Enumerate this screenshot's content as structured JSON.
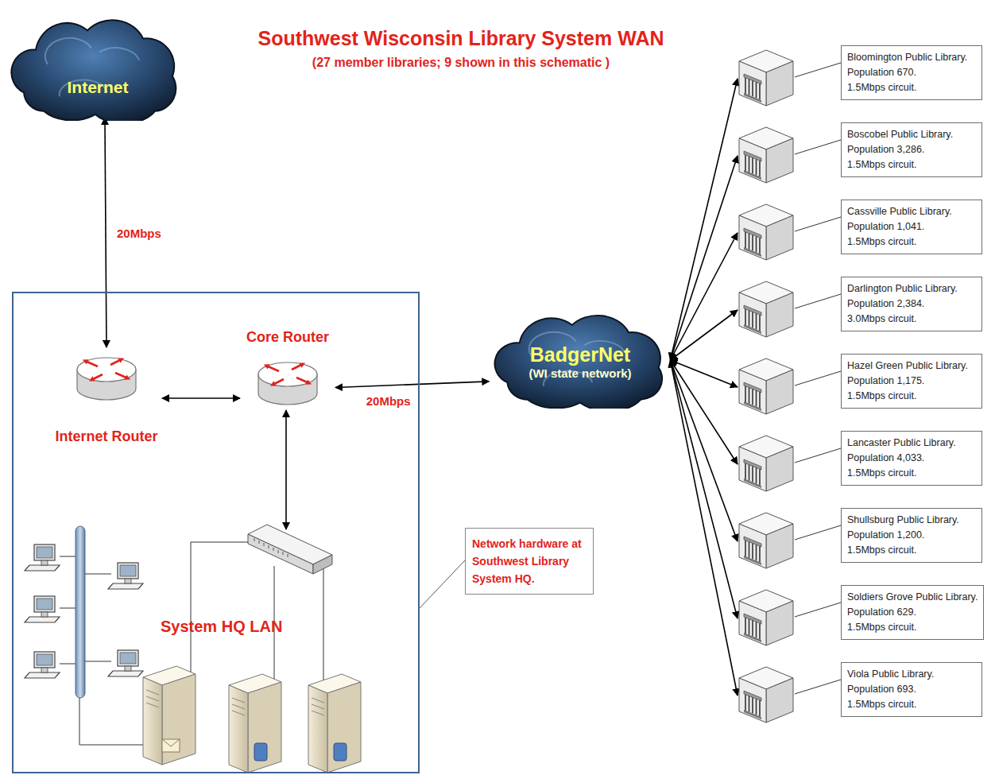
{
  "diagram": {
    "title": "Southwest Wisconsin Library System WAN",
    "nodes": [
      {
        "text": [
          "Internet"
        ]
      },
      {
        "text": [
          "System HQ LAN"
        ]
      },
      {
        "text": [
          "Internet Router"
        ],
        "in": 1
      },
      {
        "text": [
          "Core Router"
        ],
        "in": 1
      },
      {
        "text": [
          "Network hardware at Southwest Library System HQ."
        ]
      },
      {
        "text": [
          "BadgerNet",
          "(WI state network)"
        ]
      },
      {
        "text": [
          "Bloomington Public Library.",
          "Population 670.",
          "1.5Mbps circuit."
        ]
      },
      {
        "text": [
          "Boscobel Public Library.",
          "Population 3,286.",
          "1.5Mbps circuit."
        ]
      },
      {
        "text": [
          "Cassville Public Library.",
          "Population 1,041.",
          "1.5Mbps circuit."
        ]
      },
      {
        "text": [
          "Darlington Public Library.",
          "Population 2,384.",
          "3.0Mbps circuit."
        ]
      },
      {
        "text": [
          "Hazel Green Public Library.",
          "Population 1,175.",
          "1.5Mbps circuit."
        ]
      },
      {
        "text": [
          "Lancaster Public Library.",
          "Population 4,033.",
          "1.5Mbps circuit."
        ]
      },
      {
        "text": [
          "Shullsburg Public Library.",
          "Population 1,200.",
          "1.5Mbps circuit."
        ]
      },
      {
        "text": [
          "Soldiers Grove Public Library.",
          "Population 629.",
          "1.5Mbps circuit."
        ]
      },
      {
        "text": [
          "Viola Public Library.",
          "Population 693.",
          "1.5Mbps circuit."
        ]
      }
    ],
    "edges": [
      {
        "from": 0,
        "to": 2,
        "label": "20Mbps",
        "arrow": "both"
      },
      {
        "from": 2,
        "to": 3,
        "arrow": "both"
      },
      {
        "from": 3,
        "to": 5,
        "label": "20Mbps",
        "arrow": "both"
      },
      {
        "from": 5,
        "to": 6,
        "arrow": "both"
      },
      {
        "from": 5,
        "to": 7,
        "arrow": "both"
      },
      {
        "from": 5,
        "to": 8,
        "arrow": "both"
      },
      {
        "from": 5,
        "to": 9,
        "arrow": "both"
      },
      {
        "from": 5,
        "to": 10,
        "arrow": "both"
      },
      {
        "from": 5,
        "to": 11,
        "arrow": "both"
      },
      {
        "from": 5,
        "to": 12,
        "arrow": "both"
      },
      {
        "from": 5,
        "to": 13,
        "arrow": "both"
      },
      {
        "from": 5,
        "to": 14,
        "arrow": "both"
      }
    ],
    "labels": [
      "(27 member libraries; 9 shown in this schematic )"
    ]
  }
}
